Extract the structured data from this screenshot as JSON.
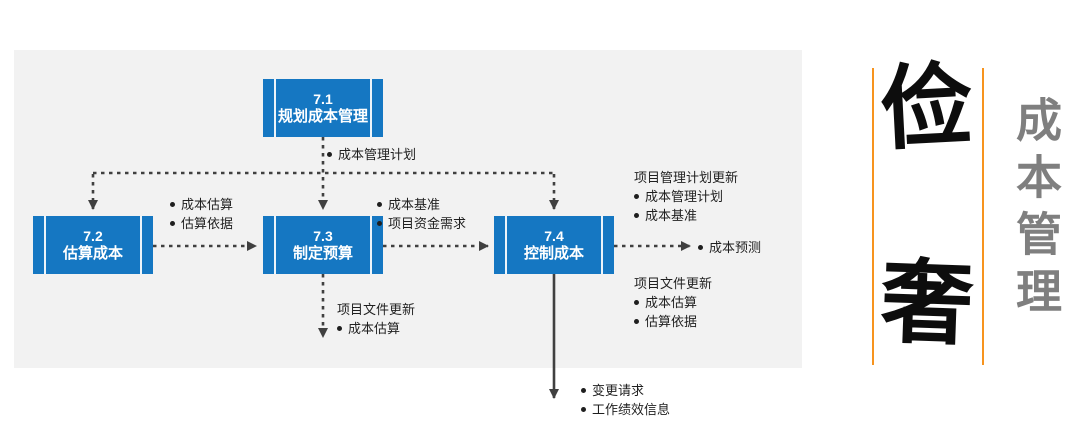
{
  "diagram": {
    "panel_color": "#f2f2f2",
    "box_color": "#1577c2",
    "line_color": "#404040",
    "boxes": {
      "b71": {
        "code": "7.1",
        "name": "规划成本管理"
      },
      "b72": {
        "code": "7.2",
        "name": "估算成本"
      },
      "b73": {
        "code": "7.3",
        "name": "制定预算"
      },
      "b74": {
        "code": "7.4",
        "name": "控制成本"
      }
    },
    "annotations": {
      "plan_out": {
        "items": [
          "成本管理计划"
        ]
      },
      "est_out": {
        "items": [
          "成本估算",
          "估算依据"
        ]
      },
      "budget_out": {
        "items": [
          "成本基准",
          "项目资金需求"
        ]
      },
      "budget_updates": {
        "title": "项目文件更新",
        "items": [
          "成本估算"
        ]
      },
      "ctrl_plan_updates": {
        "title": "项目管理计划更新",
        "items": [
          "成本管理计划",
          "成本基准"
        ]
      },
      "ctrl_forecast": {
        "items": [
          "成本预测"
        ]
      },
      "ctrl_doc_updates": {
        "title": "项目文件更新",
        "items": [
          "成本估算",
          "估算依据"
        ]
      },
      "ctrl_out": {
        "items": [
          "变更请求",
          "工作绩效信息"
        ]
      }
    }
  },
  "sidebar": {
    "accent_color": "#f7941e",
    "char_top": "俭",
    "char_bottom": "奢",
    "vertical_title": "成本管理",
    "title_color": "#7f7f7f"
  }
}
